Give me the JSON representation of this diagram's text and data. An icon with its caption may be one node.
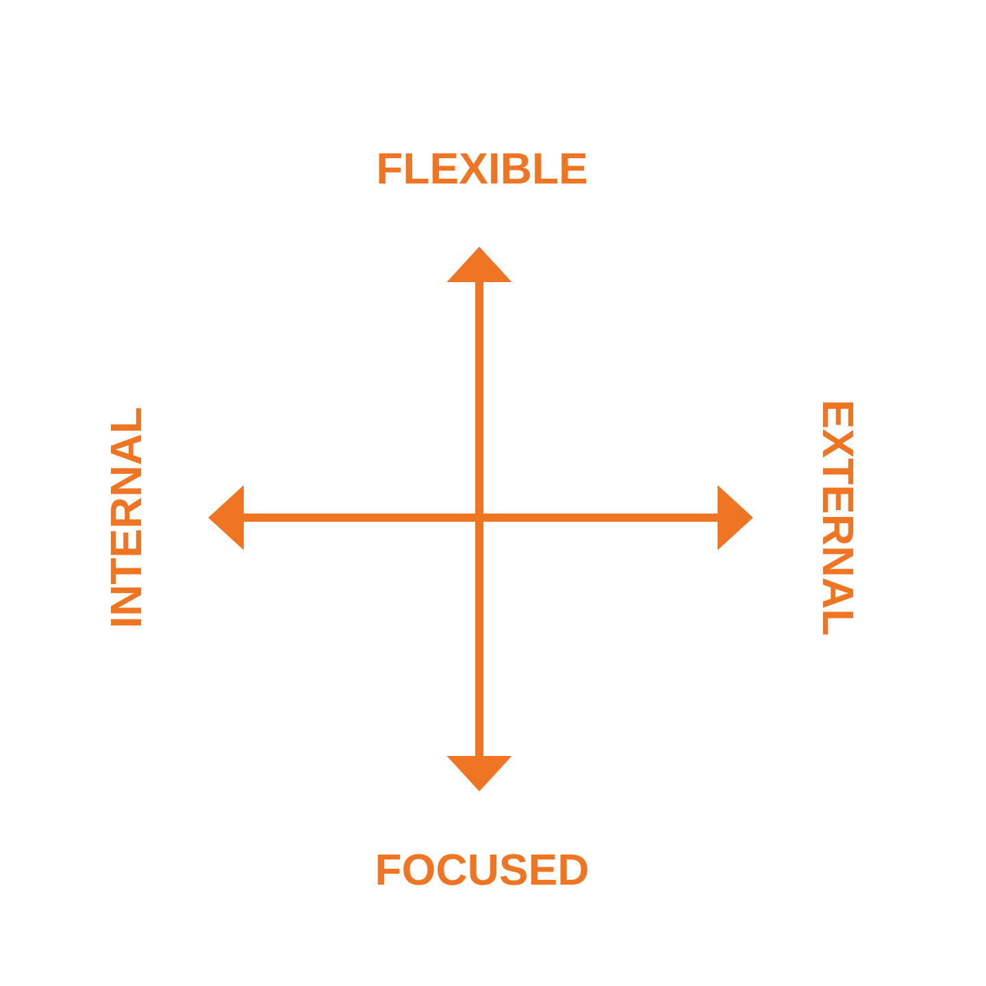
{
  "diagram": {
    "labels": [
      "FLEXIBLE",
      "INTERNAL",
      "EXTERNAL",
      "FOCUSED"
    ]
  }
}
